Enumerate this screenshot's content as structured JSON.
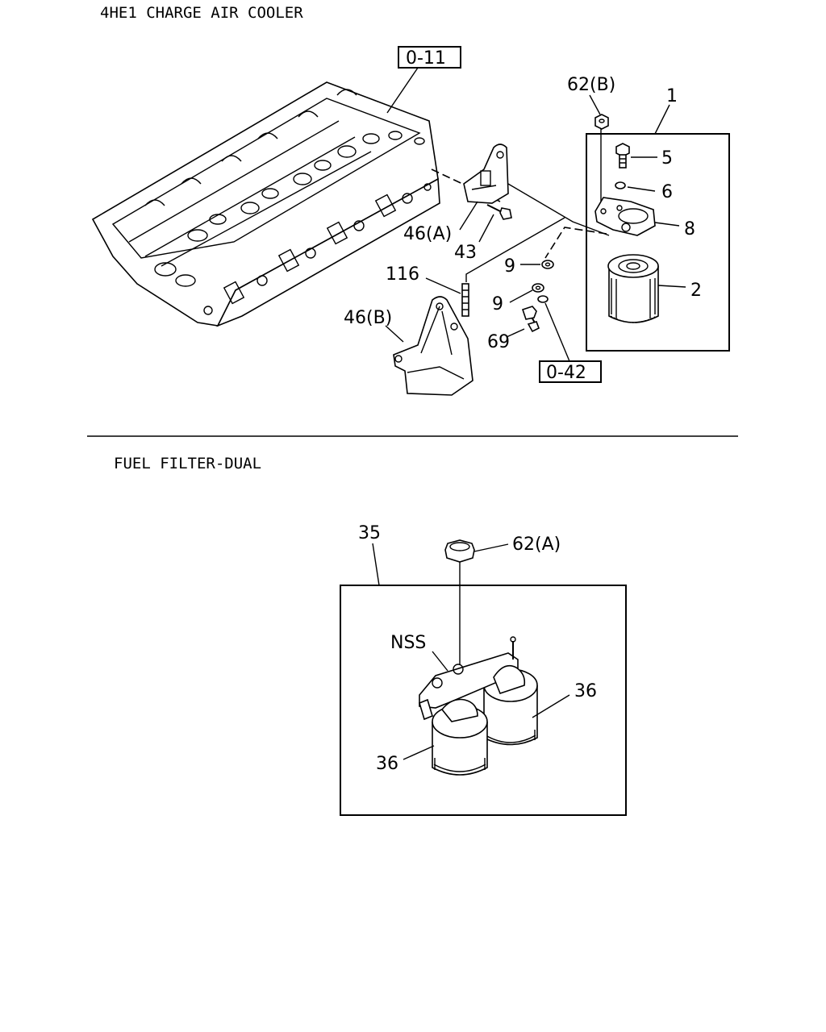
{
  "sections": {
    "charge_air_cooler": {
      "title": "4HE1 CHARGE AIR COOLER"
    },
    "fuel_filter": {
      "title": "FUEL FILTER-DUAL"
    }
  },
  "refs": {
    "r011": "0-11",
    "r042": "0-42"
  },
  "callouts": {
    "c62b": "62(B)",
    "c1": "1",
    "c5": "5",
    "c6": "6",
    "c8": "8",
    "c2": "2",
    "c46a": "46(A)",
    "c43": "43",
    "c9a": "9",
    "c9b": "9",
    "c116": "116",
    "c46b": "46(B)",
    "c69": "69",
    "c35": "35",
    "c62a": "62(A)",
    "cnss": "NSS",
    "c36a": "36",
    "c36b": "36"
  }
}
